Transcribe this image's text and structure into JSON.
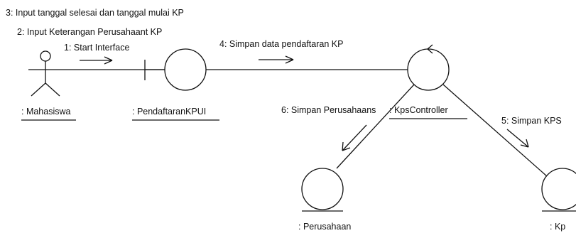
{
  "diagram": {
    "type": "uml-communication-diagram",
    "messages": {
      "m1": "1: Start Interface",
      "m2": "2: Input Keterangan Perusahaant KP",
      "m3": "3: Input tanggal selesai dan tanggal mulai KP",
      "m4": "4: Simpan data pendaftaran KP",
      "m5": "5: Simpan KPS",
      "m6": "6: Simpan Perusahaans"
    },
    "objects": {
      "actor": ": Mahasiswa",
      "boundary": ": PendaftaranKPUI",
      "controller": ": KpsController",
      "entity1": ": Perusahaan",
      "entity2": ": Kp"
    }
  }
}
